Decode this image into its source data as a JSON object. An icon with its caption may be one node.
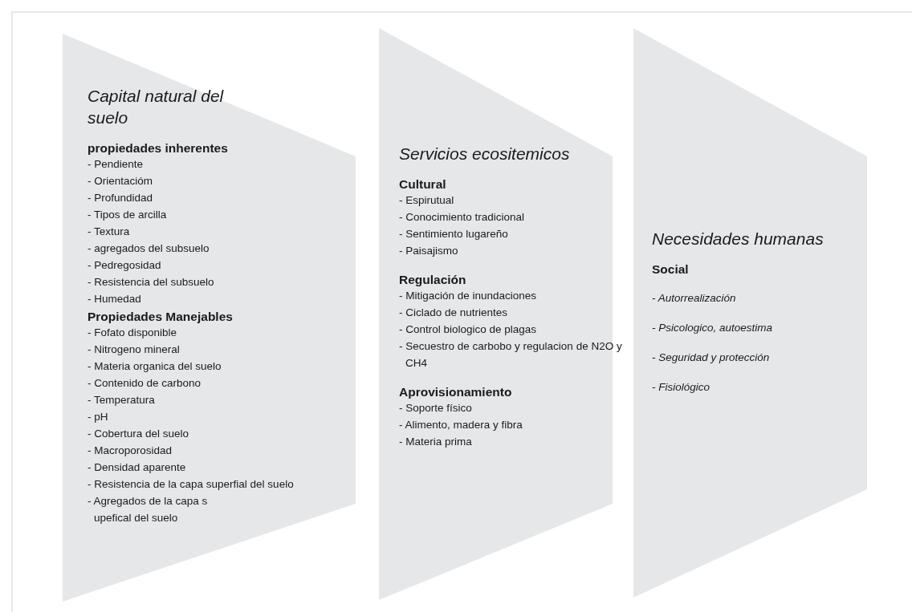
{
  "diagram": {
    "nodes": [
      {
        "text": [
          "Capital natural del suelo",
          "propiedades inherentes",
          "- Pendiente",
          "- Orientacióm",
          "- Profundidad",
          "- Tipos de arcilla",
          "- Textura",
          "- agregados del subsuelo",
          "- Pedregosidad",
          "- Resistencia del subsuelo",
          "- Humedad",
          "Propiedades Manejables",
          "- Fofato disponible",
          "- Nitrogeno mineral",
          "- Materia organica del suelo",
          "- Contenido de carbono",
          "- Temperatura",
          "- pH",
          "- Cobertura del suelo",
          "- Macroporosidad",
          "- Densidad aparente",
          "- Resistencia de la capa superfial del suelo",
          "- Agregados de la capa s upefical del suelo"
        ]
      },
      {
        "text": [
          "Servicios ecositemicos",
          "Cultural",
          "- Espirutual",
          "- Conocimiento tradicional",
          "- Sentimiento lugareño",
          "- Paisajismo",
          "Regulación",
          "- Mitigación de inundaciones",
          "- Ciclado de nutrientes",
          "- Control biologico de plagas",
          "- Secuestro de carbobo y regulacion de N2O y CH4",
          "Aprovisionamiento",
          "- Soporte físico",
          "- Alimento, madera y fibra",
          "- Materia prima"
        ]
      },
      {
        "text": [
          "Necesidades humanas",
          "Social",
          "- Autorrealización",
          "- Psicologico, autoestima",
          "- Seguridad y protección",
          "- Fisiológico"
        ]
      }
    ]
  }
}
